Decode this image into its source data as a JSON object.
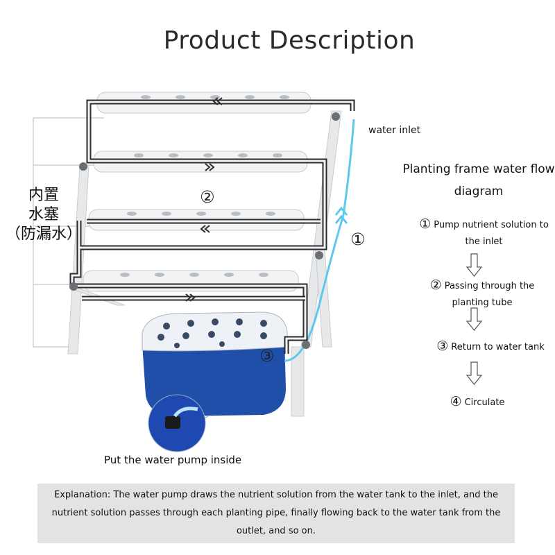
{
  "title": "Product Description",
  "labels": {
    "water_inlet": "water inlet",
    "flow_title": "Planting frame water flow diagram",
    "chinese_label": [
      "内置",
      "水塞",
      "（防漏水）"
    ],
    "pump_inside": "Put the water pump inside",
    "circled_1": "①",
    "circled_2": "②",
    "circled_3": "③"
  },
  "steps": [
    {
      "num": "①",
      "text": "Pump nutrient solution to the inlet"
    },
    {
      "num": "②",
      "text": "Passing through the planting tube"
    },
    {
      "num": "③",
      "text": "Return to water tank"
    },
    {
      "num": "④",
      "text": "Circulate"
    }
  ],
  "explanation": "Explanation: The water pump draws the nutrient solution from the water tank to the inlet, and the nutrient solution passes through each planting pipe, finally flowing back to the water tank from the outlet, and so on.",
  "colors": {
    "tank_blue": "#1f4fa8",
    "hose": "#5fc7ef",
    "pipe": "#f2f3f5",
    "flow_line": "#2b2b2b",
    "explain_bg": "#e3e3e3"
  },
  "icons": [
    "double-chevron-left-icon",
    "double-chevron-right-icon",
    "double-chevron-up-icon",
    "down-arrow-icon"
  ]
}
